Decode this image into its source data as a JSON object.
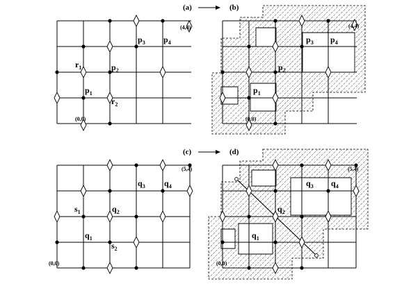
{
  "arrows": {
    "top": {
      "from": "(a)",
      "to": "(b)"
    },
    "bottom": {
      "from": "(c)",
      "to": "(d)"
    }
  },
  "panel_a": {
    "corner_origin": "(0,0)",
    "corner_end": "(4,4)",
    "labels": [
      {
        "base": "p",
        "sub": "1"
      },
      {
        "base": "p",
        "sub": "2"
      },
      {
        "base": "p",
        "sub": "3"
      },
      {
        "base": "p",
        "sub": "4"
      },
      {
        "base": "r",
        "sub": "1"
      },
      {
        "base": "r",
        "sub": "2"
      }
    ]
  },
  "panel_b": {
    "corner_origin": "(0,0)",
    "corner_end": "(4,4)",
    "labels": [
      {
        "base": "p",
        "sub": "1"
      },
      {
        "base": "p",
        "sub": "2"
      },
      {
        "base": "p",
        "sub": "3"
      },
      {
        "base": "p",
        "sub": "4"
      }
    ]
  },
  "panel_c": {
    "corner_origin": "(0,0)",
    "corner_end": "(5,4)",
    "labels": [
      {
        "base": "q",
        "sub": "1"
      },
      {
        "base": "q",
        "sub": "2"
      },
      {
        "base": "q",
        "sub": "3"
      },
      {
        "base": "q",
        "sub": "4"
      },
      {
        "base": "s",
        "sub": "1"
      },
      {
        "base": "s",
        "sub": "2"
      }
    ]
  },
  "panel_d": {
    "corner_origin": "(0,0)",
    "corner_end": "(5,4)",
    "labels": [
      {
        "base": "q",
        "sub": "1"
      },
      {
        "base": "q",
        "sub": "2"
      },
      {
        "base": "q",
        "sub": "3"
      },
      {
        "base": "q",
        "sub": "4"
      }
    ]
  }
}
